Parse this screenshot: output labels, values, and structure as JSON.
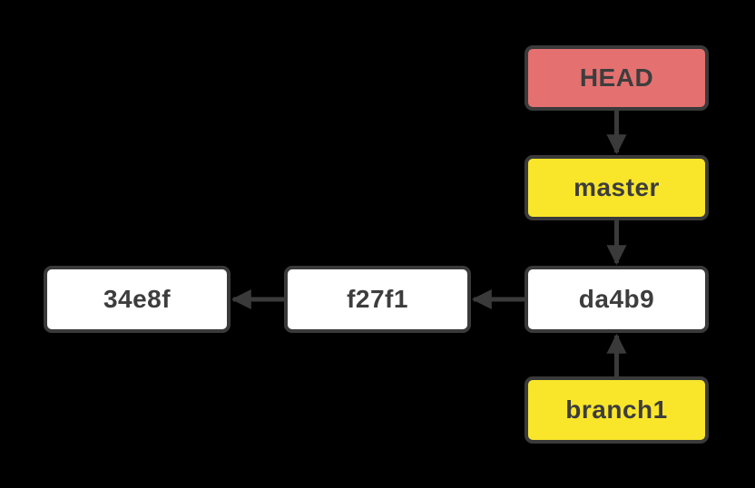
{
  "diagram": {
    "title": "git-commit-branch-graph",
    "colors": {
      "background": "#000000",
      "outline": "#3a3a3a",
      "arrow": "#3a3a3a",
      "text": "#3d3d3d",
      "head_fill": "#e57070",
      "branch_fill": "#f9e62a",
      "commit_fill": "#ffffff"
    },
    "nodes": {
      "head": {
        "label": "HEAD",
        "type": "head-pointer",
        "fill": "#e57070"
      },
      "master": {
        "label": "master",
        "type": "branch-label",
        "fill": "#f9e62a"
      },
      "branch1": {
        "label": "branch1",
        "type": "branch-label",
        "fill": "#f9e62a"
      },
      "da4b9": {
        "label": "da4b9",
        "type": "commit",
        "fill": "#ffffff"
      },
      "f27f1": {
        "label": "f27f1",
        "type": "commit",
        "fill": "#ffffff"
      },
      "34e8f": {
        "label": "34e8f",
        "type": "commit",
        "fill": "#ffffff"
      }
    },
    "edges": [
      {
        "from": "HEAD",
        "to": "master",
        "direction": "down"
      },
      {
        "from": "master",
        "to": "da4b9",
        "direction": "down"
      },
      {
        "from": "da4b9",
        "to": "f27f1",
        "direction": "left"
      },
      {
        "from": "f27f1",
        "to": "34e8f",
        "direction": "left"
      },
      {
        "from": "branch1",
        "to": "da4b9",
        "direction": "up"
      }
    ]
  }
}
